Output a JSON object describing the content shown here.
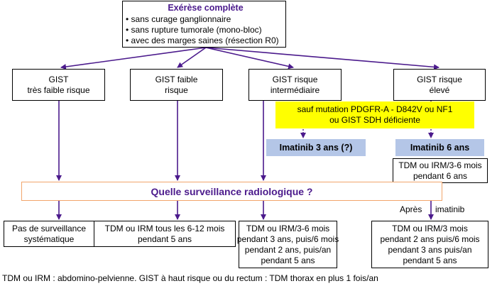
{
  "top": {
    "title": "Exérèse complète",
    "bullets": [
      "• sans curage ganglionnaire",
      "• sans rupture tumorale (mono-bloc)",
      "• avec des marges saines (résection R0)"
    ]
  },
  "risk": [
    {
      "line1": "GIST",
      "line2": "très faible risque"
    },
    {
      "line1": "GIST faible",
      "line2": "risque"
    },
    {
      "line1": "GIST risque",
      "line2": "intermédiaire"
    },
    {
      "line1": "GIST risque",
      "line2": "élevé"
    }
  ],
  "mutation": {
    "line1": "sauf mutation PDGFR-A - D842V ou NF1",
    "line2": "ou GIST SDH déficiente"
  },
  "imatinib3": "Imatinib 3 ans (?)",
  "imatinib6": "Imatinib 6 ans",
  "tdm6": {
    "line1": "TDM ou IRM/3-6 mois",
    "line2": "pendant 6 ans"
  },
  "question": "Quelle surveillance radiologique ?",
  "apres": {
    "left": "Après",
    "right": "imatinib"
  },
  "bottom": {
    "b1": {
      "line1": "Pas de surveillance",
      "line2": "systématique"
    },
    "b2": {
      "line1": "TDM ou IRM tous les 6-12 mois",
      "line2": "pendant 5 ans"
    },
    "b3": {
      "line1": "TDM ou IRM/3-6 mois",
      "line2": "pendant 3 ans, puis/6 mois",
      "line3": "pendant 2 ans, puis/an",
      "line4": "pendant 5 ans"
    },
    "b4": {
      "line1": "TDM ou IRM/3 mois",
      "line2": "pendant 2 ans puis/6 mois",
      "line3": "pendant 3 ans puis/an",
      "line4": "pendant 5 ans"
    }
  },
  "footnote": "TDM ou IRM : abdomino-pelvienne. GIST à haut risque ou du rectum : TDM thorax en plus 1 fois/an",
  "colors": {
    "arrow": "#4b1a8c",
    "title_text": "#4b1a8c",
    "highlight": "#ffff00",
    "imatinib_fill": "#b4c6e7",
    "question_border": "#f2a56b"
  }
}
